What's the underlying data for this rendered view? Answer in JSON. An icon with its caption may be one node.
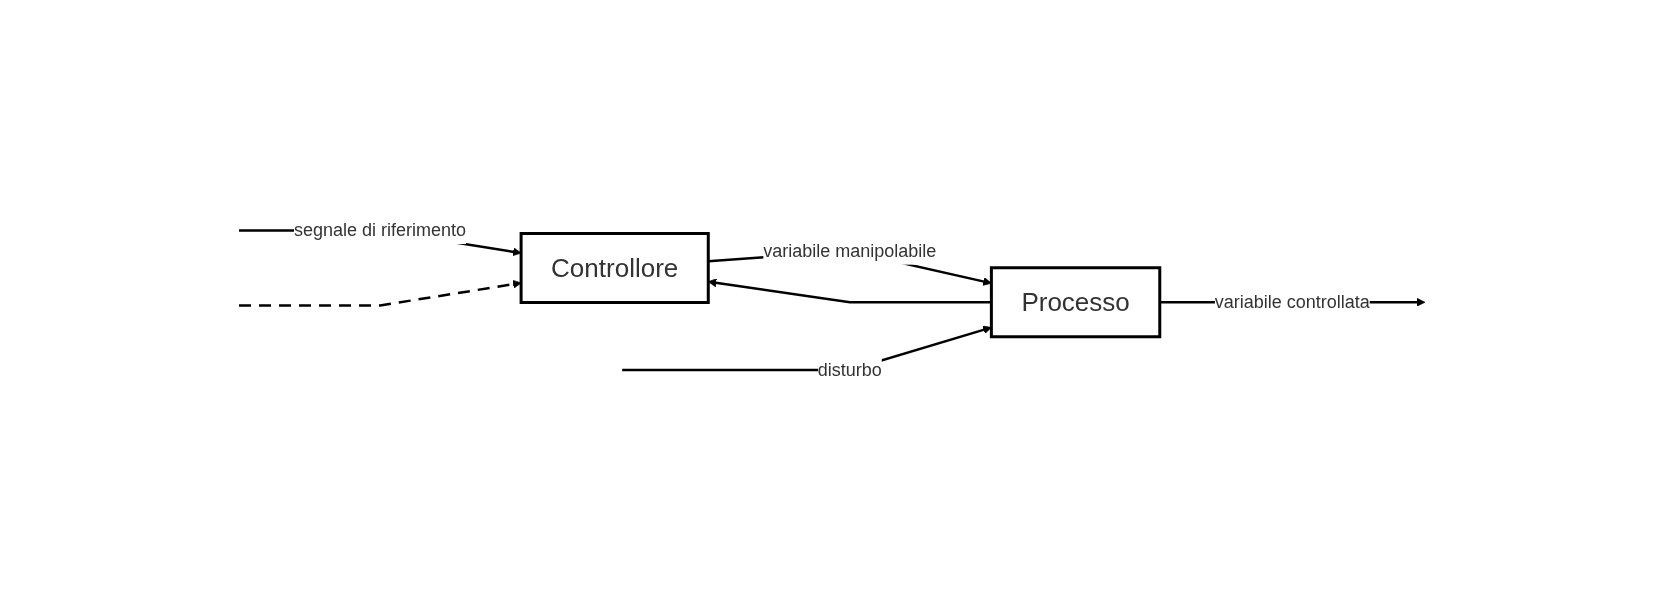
{
  "diagram": {
    "nodes": [
      {
        "text": [
          "Controllore"
        ]
      },
      {
        "text": [
          "Processo"
        ]
      }
    ],
    "edges": [
      {
        "from": null,
        "to": 0,
        "arrow": "to",
        "label": "segnale di riferimento"
      },
      {
        "from": 0,
        "to": 1,
        "arrow": "to",
        "label": "variabile manipolabile"
      },
      {
        "from": 1,
        "to": null,
        "arrow": "to",
        "label": "variabile controllata"
      },
      {
        "from": 1,
        "to": 0,
        "arrow": "to"
      },
      {
        "from": null,
        "to": 1,
        "arrow": "to",
        "label": "disturbo"
      },
      {
        "from": null,
        "to": 0,
        "arrow": "to",
        "style": "dashed"
      }
    ]
  }
}
